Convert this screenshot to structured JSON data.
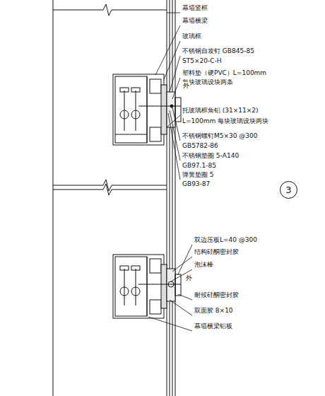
{
  "diagram": {
    "nodes": [
      {
        "text": [
          "3"
        ]
      }
    ],
    "labels": [
      "幕墙竖框",
      "幕墙横梁",
      "玻璃框",
      "不锈钢自攻钉 GB845-85",
      "ST5×20-C-H",
      "塑料垫（硬PVC）L=100mm",
      "每块玻璃设块两条",
      "托玻璃框角铝 (31×11×2)",
      "L=100mm 每块玻璃设块两块",
      "不锈钢螺钉M5×30 @300",
      "GB5782-86",
      "不锈钢垫圈 5-A140",
      "GB97.1-85",
      "弹簧垫圈 5",
      "GB93-87",
      "外",
      "双边压板L=40 @300",
      "结构硅酮密封胶",
      "泡沫棒",
      "外",
      "耐候硅酮密封胶",
      "双面胶 8×10",
      "幕墙横梁铝板"
    ]
  }
}
